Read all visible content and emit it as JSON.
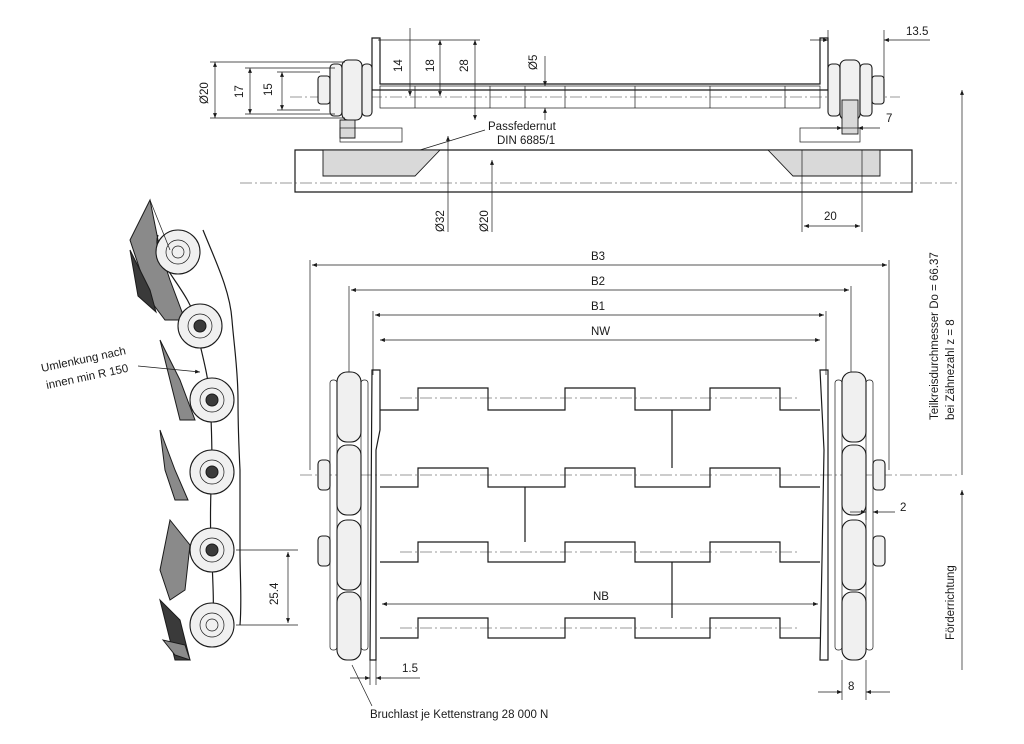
{
  "top_view": {
    "dims": {
      "d20": "Ø20",
      "d17": "17",
      "d15": "15",
      "d14": "14",
      "d18": "18",
      "d28": "28",
      "d5": "Ø5",
      "d13_5": "13.5",
      "d7": "7",
      "d32": "Ø32",
      "d20b": "Ø20",
      "d20c": "20"
    },
    "keyway_label_1": "Passfedernut",
    "keyway_label_2": "DIN 6885/1"
  },
  "front_view": {
    "dims": {
      "b3": "B3",
      "b2": "B2",
      "b1": "B1",
      "nw": "NW",
      "nb": "NB",
      "d1_5": "1.5",
      "d2": "2",
      "d8": "8"
    },
    "breaking_load": "Bruchlast je Kettenstrang 28 000 N"
  },
  "side_view": {
    "deflection_1": "Umlenkung nach",
    "deflection_2": "innen min R 150",
    "pitch": "25.4"
  },
  "right_notes": {
    "pitch_diameter_1": "Teilkreisdurchmesser Do = 66.37",
    "pitch_diameter_2": "bei Zähnezahl z = 8",
    "conveying_direction": "Förderrichtung"
  }
}
